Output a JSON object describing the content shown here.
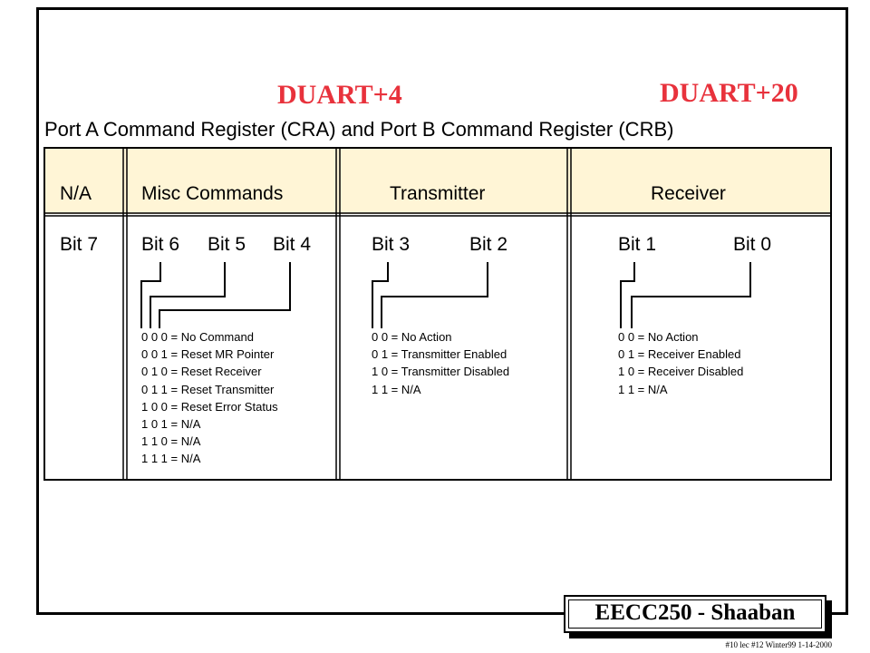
{
  "labels": {
    "left": "DUART+4",
    "right": "DUART+20"
  },
  "title": "Port A Command Register (CRA) and Port B Command Register (CRB)",
  "register": {
    "headers": [
      "N/A",
      "Misc Commands",
      "Transmitter",
      "Receiver"
    ],
    "bits": [
      "Bit 7",
      "Bit 6",
      "Bit 5",
      "Bit 4",
      "Bit 3",
      "Bit 2",
      "Bit 1",
      "Bit 0"
    ],
    "misc_encodings": [
      "0 0 0 = No Command",
      "0 0 1 = Reset MR Pointer",
      "0 1 0 = Reset Receiver",
      "0 1 1 = Reset Transmitter",
      "1 0 0 = Reset Error Status",
      "1 0 1 = N/A",
      "1 1 0 = N/A",
      "1 1 1 = N/A"
    ],
    "transmitter_encodings": [
      "0 0 = No Action",
      "0 1 = Transmitter Enabled",
      "1 0 = Transmitter Disabled",
      "1 1 = N/A"
    ],
    "receiver_encodings": [
      "0 0 = No Action",
      "0 1 = Receiver Enabled",
      "1 0 = Receiver Disabled",
      "1 1 = N/A"
    ],
    "header_bg": "#fff5d6"
  },
  "footer": {
    "course": "EECC250 - Shaaban",
    "note": "#10 lec #12 Winter99 1-14-2000"
  },
  "colors": {
    "label_red": "#e8323c"
  }
}
